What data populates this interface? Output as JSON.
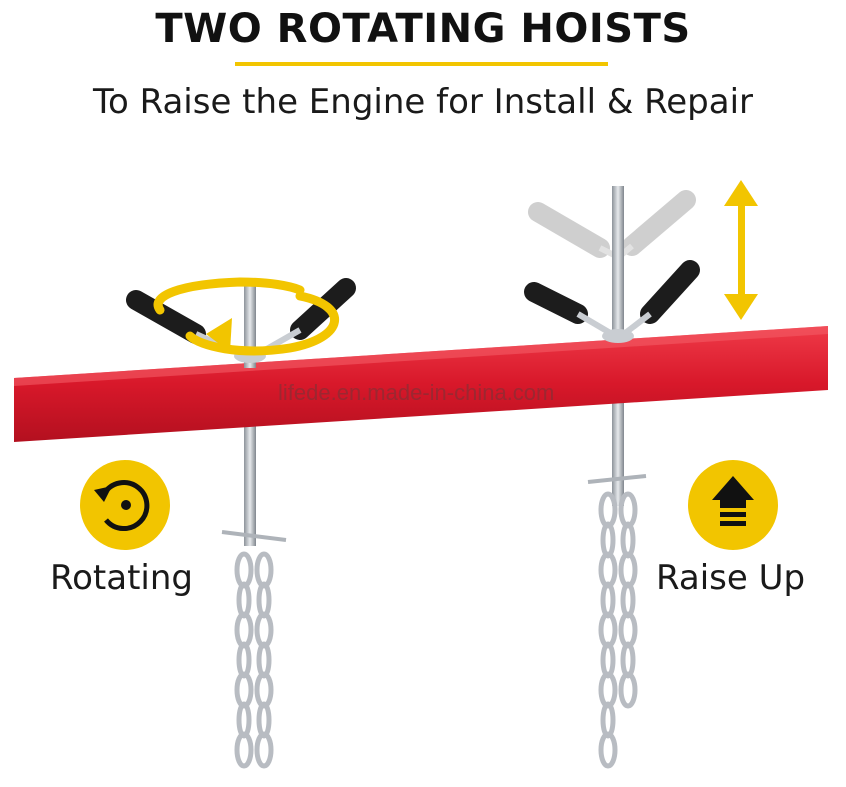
{
  "title": "TWO ROTATING HOISTS",
  "subtitle": "To Raise the Engine for Install & Repair",
  "labels": {
    "rotating": "Rotating",
    "raise_up": "Raise Up"
  },
  "watermark": "lifede.en.made-in-china.com",
  "icons": {
    "rotate": "rotate-cw-icon",
    "raise": "arrow-up-icon",
    "updown": "vertical-double-arrow-icon",
    "circular_arrow": "circular-arrow-icon"
  },
  "colors": {
    "accent_yellow": "#f2c500",
    "beam_red": "#d8182a",
    "chain_silver": "#b8bcc2"
  }
}
